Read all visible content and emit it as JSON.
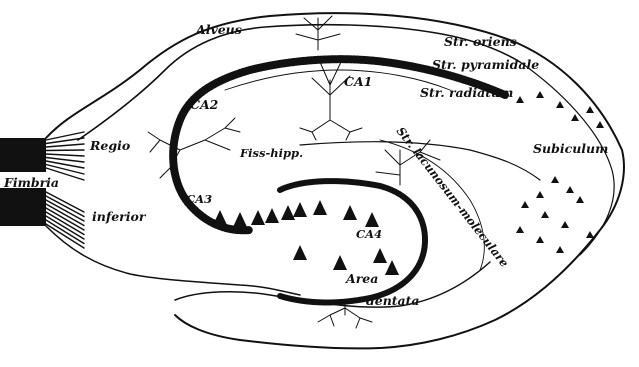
{
  "diagram": {
    "labels": {
      "alveus": "Alveus",
      "str_oriens": "Str. oriens",
      "str_pyramidale": "Str. pyramidale",
      "ca1": "CA1",
      "str_radiatum": "Str. radiatum",
      "ca2": "CA2",
      "regio": "Regio",
      "fiss_hipp": "Fiss-hipp.",
      "str_lacunosum_moleculare": "Str. lacunosum-moleculare",
      "subiculum": "Subiculum",
      "fimbria": "Fimbria",
      "inferior": "inferior",
      "ca3": "CA3",
      "ca4": "CA4",
      "area": "Area",
      "dentata": "dentata"
    }
  }
}
